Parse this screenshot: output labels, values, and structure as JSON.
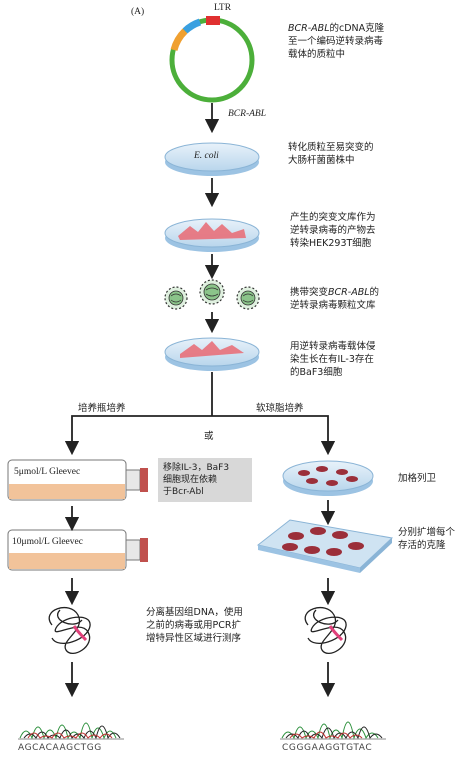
{
  "panel_label": "(A)",
  "ltr_label": "LTR",
  "plasmid_label": "BCR-ABL",
  "ecoli_label": "E. coli",
  "steps": {
    "s1_line1_italic": "BCR-ABL",
    "s1_line1_rest": "的cDNA克隆",
    "s1_line2": "至一个编码逆转录病毒",
    "s1_line3": "载体的质粒中",
    "s2_line1": "转化质粒至易突变的",
    "s2_line2": "大肠杆菌菌株中",
    "s3_line1": "产生的突变文库作为",
    "s3_line2": "逆转录病毒的产物去",
    "s3_line3": "转染HEK293T细胞",
    "s4_line1_prefix": "携带突变",
    "s4_line1_italic": "BCR-ABL",
    "s4_line1_suffix": "的",
    "s4_line2": "逆转录病毒颗粒文库",
    "s5_line1": "用逆转录病毒载体侵",
    "s5_line2": "染生长在有IL-3存在",
    "s5_line3": "的BaF3细胞"
  },
  "branch": {
    "left": "培养瓶培养",
    "or": "或",
    "right": "软琼脂培养"
  },
  "flask1_label": "5μmol/L Gleevec",
  "flask2_label": "10μmol/L Gleevec",
  "note_box": {
    "line1": "移除IL-3，BaF3",
    "line2": "细胞现在依赖",
    "line3": "于Bcr-Abl"
  },
  "right_steps": {
    "plate_label": "加格列卫",
    "expand_line1": "分别扩增每个",
    "expand_line2": "存活的克隆"
  },
  "dna_text": {
    "line1": "分离基因组DNA，使用",
    "line2": "之前的病毒或用PCR扩",
    "line3": "增特异性区域进行测序"
  },
  "seq_left": "AGCACAAGCTGG",
  "seq_right": "CGGGAAGGTGTAC",
  "colors": {
    "plasmid": "#4caf3a",
    "ltr": "#e03030",
    "insert_orange": "#f0a030",
    "insert_blue": "#3aa0e0",
    "dish": "#cfe3f2",
    "cells": "#e8707a",
    "colony": "#9b2f3a",
    "dna_highlight": "#e0407a",
    "arrow": "#222222"
  }
}
